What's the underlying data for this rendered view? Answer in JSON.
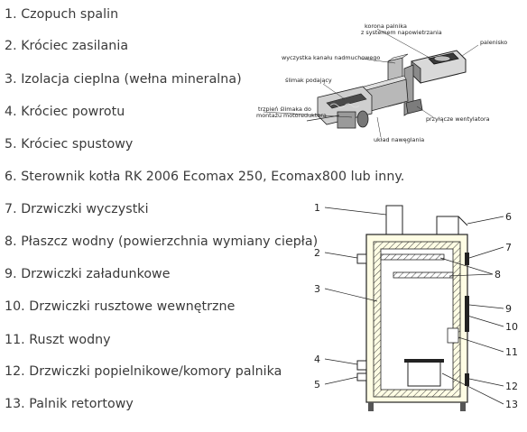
{
  "legend": [
    "1. Czopuch spalin",
    "2. Króciec zasilania",
    "3. Izolacja cieplna (wełna mineralna)",
    "4. Króciec powrotu",
    "5. Króciec spustowy",
    "6. Sterownik kotła RK 2006  Ecomax 250, Ecomax800 lub inny.",
    "7. Drzwiczki wyczystki",
    "8. Płaszcz wodny (powierzchnia wymiany ciepła)",
    "9. Drzwiczki załadunkowe",
    "10. Drzwiczki rusztowe wewnętrzne",
    "11. Ruszt wodny",
    "12. Drzwiczki popielnikowe/komory palnika",
    "13. Palnik retortowy"
  ],
  "burner_figure": {
    "labels": {
      "crown": "korona palnika",
      "crown_sub": "z systemem napowietrzania",
      "hearth": "palenisko",
      "cleanout": "wyczystka kanału nadmuchowego",
      "screw": "ślimak podający",
      "pin": "trzpień ślimaka do",
      "pin_sub": "montażu motoreduktora",
      "fan": "przyłącze wentylatora",
      "blow": "układ nawęglania"
    }
  },
  "boiler_figure": {
    "numbers": [
      "1",
      "2",
      "3",
      "4",
      "5",
      "6",
      "7",
      "8",
      "9",
      "10",
      "11",
      "12",
      "13"
    ]
  }
}
